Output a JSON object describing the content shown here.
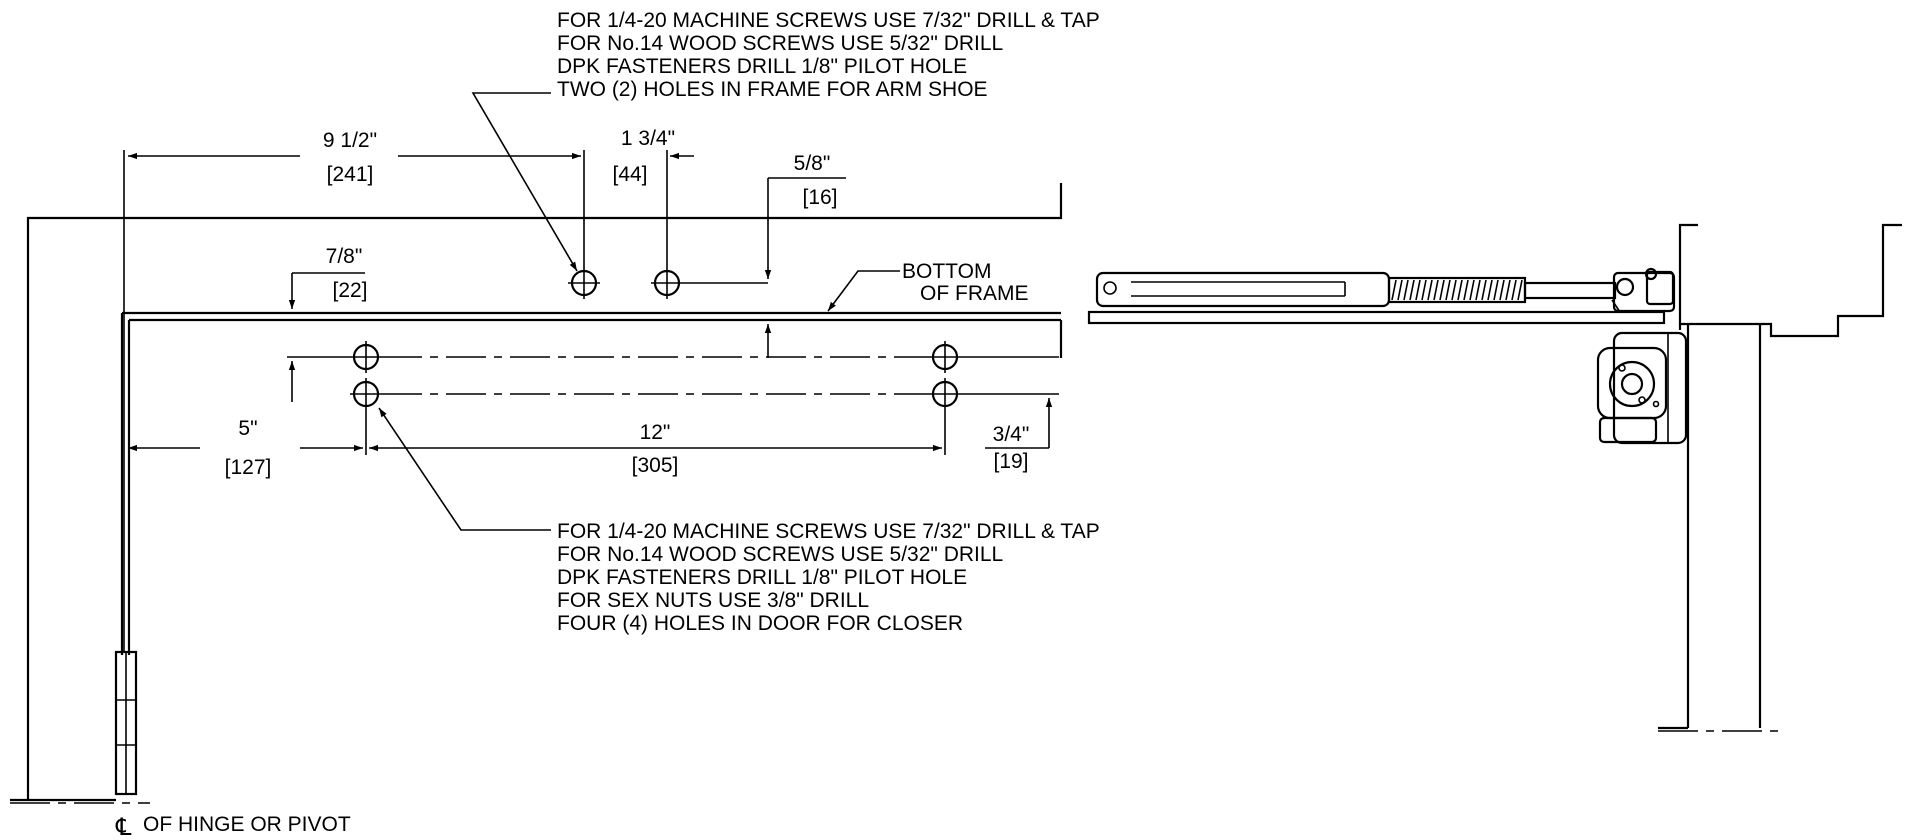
{
  "notes": {
    "top_note": [
      "FOR 1/4-20 MACHINE SCREWS USE 7/32\" DRILL & TAP",
      "FOR No.14 WOOD SCREWS USE 5/32\" DRILL",
      "DPK FASTENERS DRILL 1/8\"  PILOT HOLE",
      "TWO (2) HOLES IN FRAME FOR ARM SHOE"
    ],
    "bottom_note": [
      "FOR 1/4-20 MACHINE SCREWS USE 7/32\" DRILL & TAP",
      "FOR No.14 WOOD SCREWS USE 5/32\" DRILL",
      "DPK FASTENERS DRILL 1/8\"  PILOT HOLE",
      "FOR SEX NUTS USE 3/8\" DRILL",
      "FOUR (4) HOLES IN DOOR FOR CLOSER"
    ],
    "bottom_of_frame": [
      "BOTTOM",
      "OF FRAME"
    ],
    "hinge_label": "OF HINGE OR PIVOT",
    "centerline_symbol": "℄"
  },
  "dimensions": {
    "d_9_1_2": {
      "imperial": "9 1/2\"",
      "metric": "[241]"
    },
    "d_1_3_4": {
      "imperial": "1 3/4\"",
      "metric": "[44]"
    },
    "d_5_8": {
      "imperial": "5/8\"",
      "metric": "[16]"
    },
    "d_7_8": {
      "imperial": "7/8\"",
      "metric": "[22]"
    },
    "d_5": {
      "imperial": "5\"",
      "metric": "[127]"
    },
    "d_12": {
      "imperial": "12\"",
      "metric": "[305]"
    },
    "d_3_4": {
      "imperial": "3/4\"",
      "metric": "[19]"
    }
  },
  "colors": {
    "line": "#000000",
    "background": "#ffffff",
    "hardware_fill": "#f2f2f2"
  }
}
